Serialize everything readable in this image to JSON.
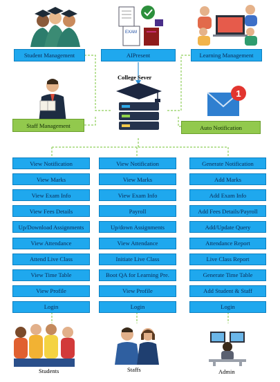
{
  "top": {
    "student_management": "Student Management",
    "aipresent": "AIPresent",
    "learning_management": "Learning Management",
    "college_server": "College Sever",
    "staff_management": "Staff Management",
    "auto_notification": "Auto Notification",
    "notification_count": "1"
  },
  "student_column": [
    "View Notification",
    "View Marks",
    "View Exam Info",
    "View Fees Details",
    "Up/Download Assignments",
    "View Attendance",
    "Attend Live Class",
    "View Time Table",
    "View Profile",
    "Login"
  ],
  "staff_column": [
    "View Notification",
    "View Marks",
    "View Exam Info",
    "Payroll",
    "Up/down Assignments",
    "View Attendance",
    "Initiate Live Class",
    "Boot QA for Learning Pre.",
    "View Profile",
    "Login"
  ],
  "admin_column": [
    "Generate Notification",
    "Add Marks",
    "Add Exam Info",
    "Add Fees Details/Payroll",
    "Add/Update Query",
    "Attendance Report",
    "Live Class Report",
    "Generate Time Table",
    "Add Student & Staff",
    "Login"
  ],
  "bottom": {
    "students": "Students",
    "staffs": "Staffs",
    "admin": "Admin"
  },
  "colors": {
    "box_blue": "#1fa8ee",
    "box_green": "#92c94d",
    "dashed_line": "#8fcf5a",
    "arrow_blue": "#2b8fd6"
  }
}
